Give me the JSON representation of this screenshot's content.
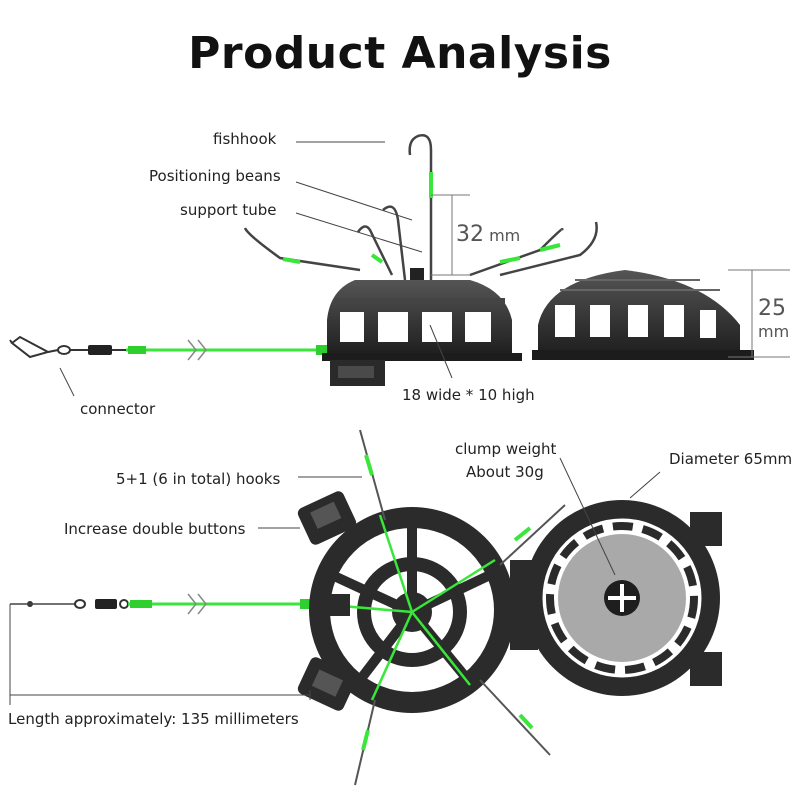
{
  "title": "Product Analysis",
  "labels": {
    "fishhook": "fishhook",
    "positioning_beans": "Positioning beans",
    "support_tube": "support tube",
    "connector": "connector",
    "size_note": "18 wide * 10 high",
    "hooks": "5+1 (6 in total) hooks",
    "double_buttons": "Increase double buttons",
    "clump_weight_line1": "clump weight",
    "clump_weight_line2": "About 30g",
    "diameter": "Diameter 65mm",
    "length": "Length approximately: 135 millimeters"
  },
  "dimensions": {
    "hook_height_value": "32",
    "hook_height_unit": "mm",
    "cage_height_value": "25",
    "cage_height_unit": "mm"
  },
  "colors": {
    "line_green": "#39e639",
    "body_black": "#2b2b2b",
    "weight_grey": "#a9a9a9"
  }
}
